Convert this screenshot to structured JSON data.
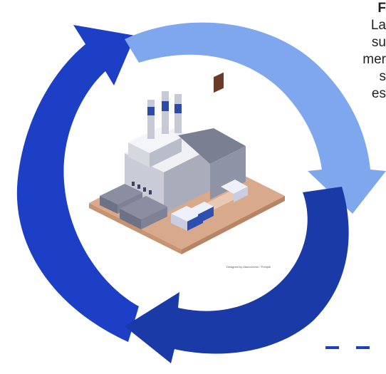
{
  "side_text": {
    "lines": [
      "F",
      "La",
      "su",
      "mer",
      "s",
      "es"
    ]
  },
  "image_credit": "Designed by Macrovector / Freepik",
  "image_subject": "factory-illustration",
  "colors": {
    "arrow_top_right": "#7ea7ee",
    "arrow_bottom_right": "#1a3aa8",
    "arrow_left": "#1c3fc6",
    "accent_dashes": "#1f3fbf"
  }
}
